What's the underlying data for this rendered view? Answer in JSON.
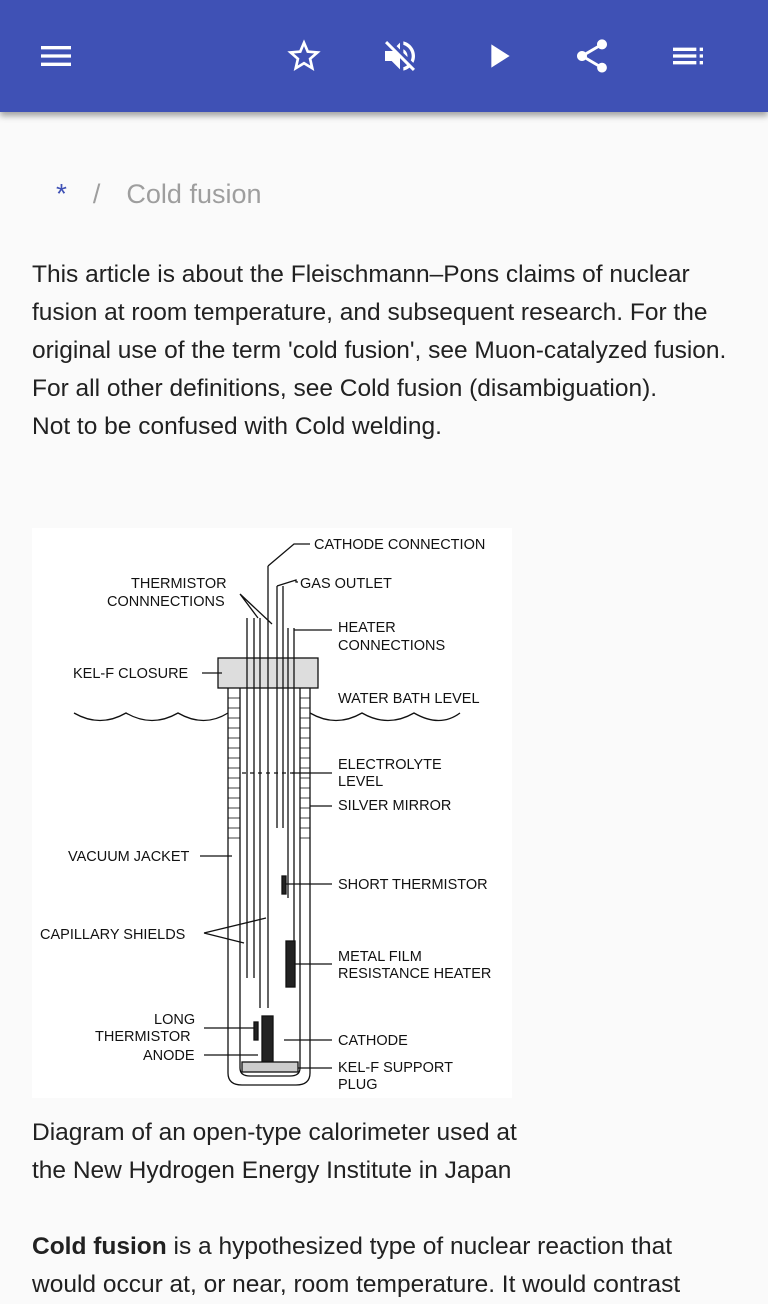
{
  "toolbar": {
    "menu_icon": "hamburger-menu-icon",
    "actions": [
      {
        "name": "favorite",
        "icon": "star-outline-icon"
      },
      {
        "name": "mute",
        "icon": "volume-off-icon"
      },
      {
        "name": "play",
        "icon": "play-icon"
      },
      {
        "name": "share",
        "icon": "share-icon"
      },
      {
        "name": "contents",
        "icon": "table-of-contents-icon"
      }
    ],
    "color": "#3f51b5"
  },
  "breadcrumb": {
    "home": "*",
    "separator": "/",
    "current": "Cold fusion"
  },
  "hatnote": {
    "line1": "This article is about the Fleischmann–Pons claims of nuclear fusion at room temperature, and subsequent research. For the original use of the term 'cold fusion', see Muon-catalyzed fusion. For all other definitions, see Cold fusion (disambiguation).",
    "line2": "Not to be confused with Cold welding."
  },
  "figure": {
    "labels": {
      "cathode_connection": "CATHODE CONNECTION",
      "thermistor_connections_1": "THERMISTOR",
      "thermistor_connections_2": "CONNNECTIONS",
      "gas_outlet": "GAS OUTLET",
      "heater_connections_1": "HEATER",
      "heater_connections_2": "CONNECTIONS",
      "kelf_closure": "KEL-F CLOSURE",
      "water_bath_level": "WATER BATH LEVEL",
      "electrolyte_level_1": "ELECTROLYTE",
      "electrolyte_level_2": "LEVEL",
      "silver_mirror": "SILVER MIRROR",
      "vacuum_jacket": "VACUUM JACKET",
      "short_thermistor": "SHORT THERMISTOR",
      "capillary_shields": "CAPILLARY SHIELDS",
      "metal_film_1": "METAL FILM",
      "metal_film_2": "RESISTANCE HEATER",
      "long_1": "LONG",
      "long_2": "THERMISTOR",
      "anode": "ANODE",
      "cathode": "CATHODE",
      "kelf_support_1": "KEL-F SUPPORT",
      "kelf_support_2": "PLUG"
    },
    "caption": "Diagram of an open-type calorimeter used at the New Hydrogen Energy Institute in Japan"
  },
  "lead": {
    "bold": "Cold fusion",
    "rest": " is a hypothesized type of nuclear reaction that",
    "next_line": "would occur at, or near, room temperature. It would contrast"
  }
}
